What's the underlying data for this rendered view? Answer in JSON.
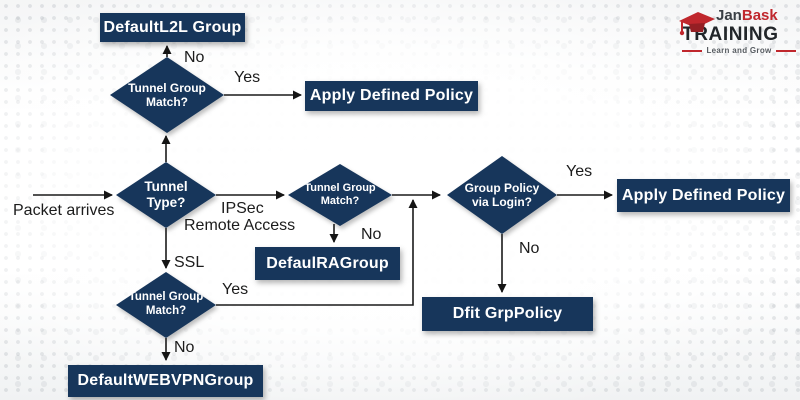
{
  "brand": {
    "name_part1": "Jan",
    "name_part2": "Bask",
    "title": "TRAINING",
    "tagline": "Learn and Grow"
  },
  "flowchart": {
    "start_label": "Packet arrives",
    "boxes": {
      "default_l2l": "DefaultL2L Group",
      "apply_policy_top": "Apply Defined Policy",
      "defaul_ra": "DefaulRAGroup",
      "apply_policy_right": "Apply Defined Policy",
      "dfit_grp": "Dfit GrpPolicy",
      "default_webvpn": "DefaultWEBVPNGroup"
    },
    "decisions": {
      "match_top": {
        "line1": "Tunnel Group",
        "line2": "Match?"
      },
      "tunnel_type": {
        "line1": "Tunnel",
        "line2": "Type?"
      },
      "match_mid": {
        "line1": "Tunnel Group",
        "line2": "Match?"
      },
      "match_bottom": {
        "line1": "Tunnel Group",
        "line2": "Match?"
      },
      "login": {
        "line1": "Group Policy",
        "line2": "via Login?"
      }
    },
    "edge_labels": {
      "no_top": "No",
      "yes_top": "Yes",
      "ipsec_line1": "IPSec",
      "ipsec_line2": "Remote Access",
      "ssl": "SSL",
      "no_mid": "No",
      "yes_bottom": "Yes",
      "no_bottom": "No",
      "yes_login": "Yes",
      "no_login": "No"
    }
  },
  "colors": {
    "node_fill": "#17365b",
    "brand_red": "#c0272d",
    "line": "#1a1a1a"
  }
}
